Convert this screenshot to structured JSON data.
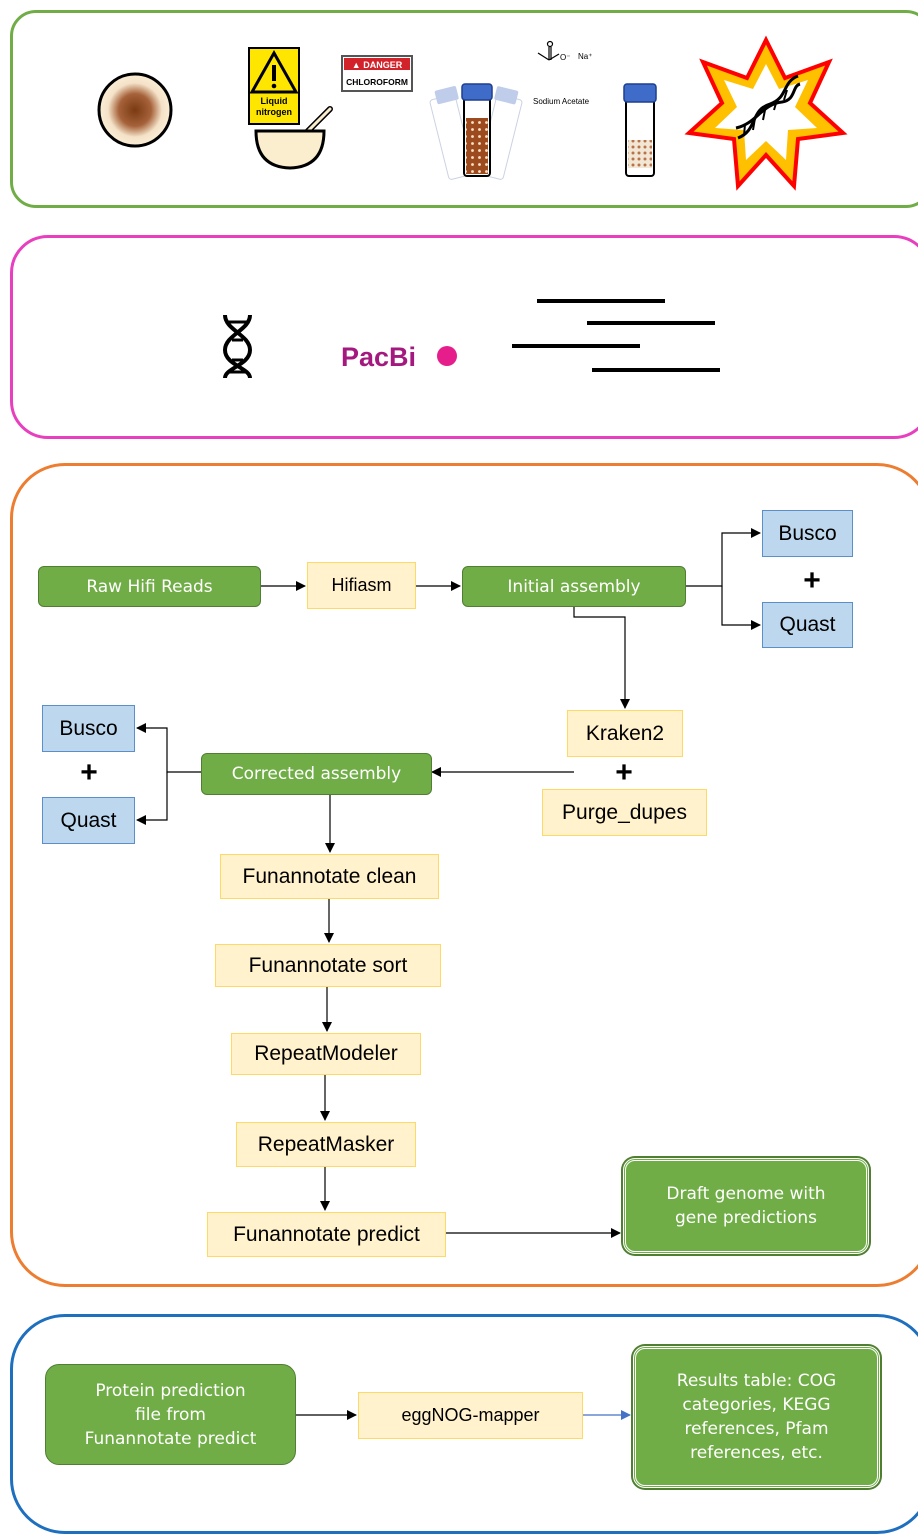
{
  "extraction": {
    "liquid_nitrogen_label": "Liquid nitrogen",
    "danger_label": "DANGER",
    "chloroform_label": "CHLOROFORM",
    "sodium_acetate_label": "Sodium Acetate",
    "na_label": "Na⁺",
    "o_minus_label": "O⁻"
  },
  "sequencing": {
    "pacbio_label": "PacBi"
  },
  "assembly": {
    "raw_reads": "Raw Hifi Reads",
    "hifiasm": "Hifiasm",
    "initial_assembly": "Initial assembly",
    "busco_top": "Busco",
    "quast_top": "Quast",
    "kraken2": "Kraken2",
    "purge_dupes": "Purge_dupes",
    "corrected_assembly": "Corrected assembly",
    "busco_left": "Busco",
    "quast_left": "Quast",
    "funannotate_clean": "Funannotate clean",
    "funannotate_sort": "Funannotate sort",
    "repeatmodeler": "RepeatModeler",
    "repeatmasker": "RepeatMasker",
    "funannotate_predict": "Funannotate predict",
    "draft_genome": "Draft genome with\ngene predictions",
    "plus": "+"
  },
  "annotation": {
    "protein_file": "Protein prediction\nfile from\nFunannotate predict",
    "eggnog": "eggNOG-mapper",
    "results": "Results table: COG\ncategories, KEGG\nreferences, Pfam\nreferences, etc."
  },
  "colors": {
    "panel1": "#70ad47",
    "panel2": "#e83fbf",
    "panel3": "#ed7d31",
    "panel4": "#1f6fbf",
    "green_box": "#70ad47",
    "yellow_box": "#fff2cc",
    "blue_box": "#bdd7ee",
    "pacbio": "#a3197f"
  }
}
